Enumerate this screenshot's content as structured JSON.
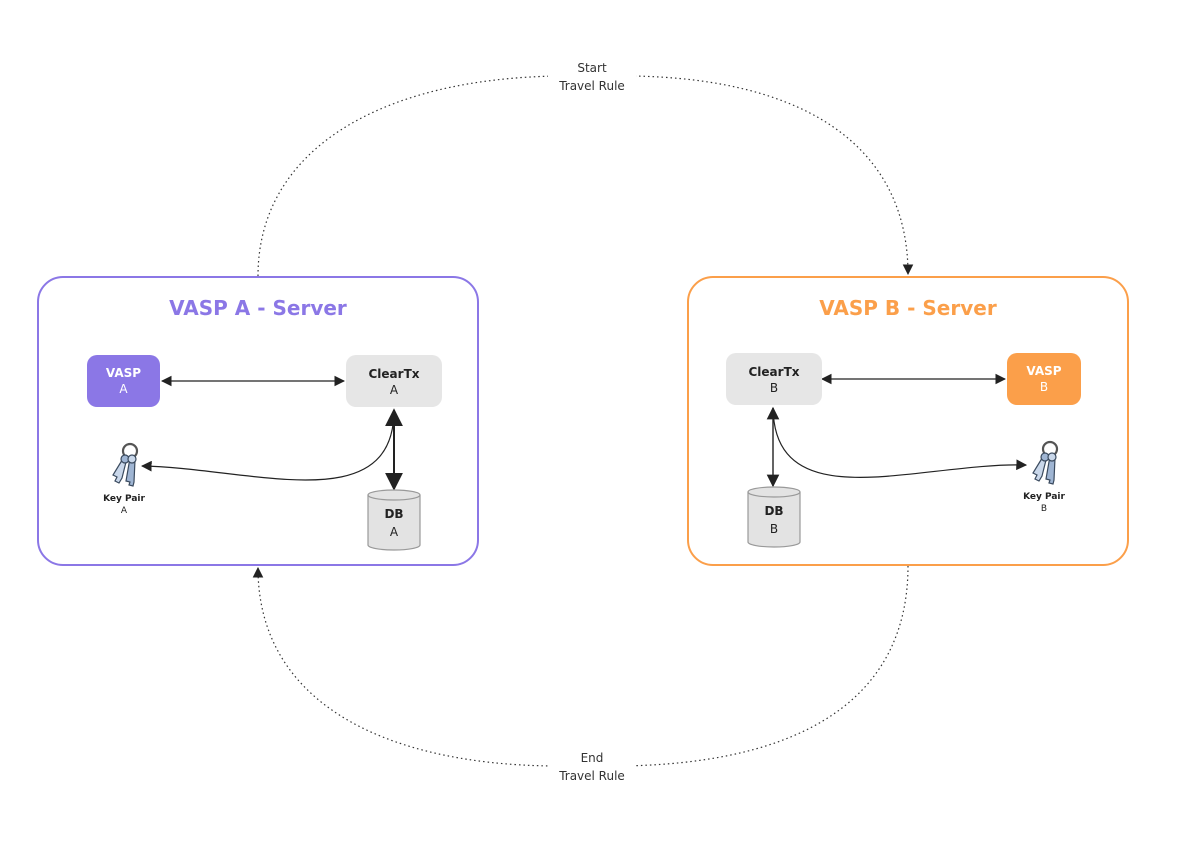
{
  "colors": {
    "vasp_a": "#8b77e6",
    "vasp_b": "#fb9f4a",
    "cleartx_bg": "#e6e6e6",
    "db_bg": "#e3e3e3"
  },
  "flow": {
    "start": {
      "line1": "Start",
      "line2": "Travel Rule"
    },
    "end": {
      "line1": "End",
      "line2": "Travel Rule"
    }
  },
  "server_a": {
    "title": "VASP A - Server",
    "vasp": {
      "title": "VASP",
      "sub": "A"
    },
    "cleartx": {
      "title": "ClearTx",
      "sub": "A"
    },
    "db": {
      "title": "DB",
      "sub": "A"
    },
    "keypair": {
      "title": "Key Pair",
      "sub": "A",
      "icon": "key-icon"
    }
  },
  "server_b": {
    "title": "VASP B - Server",
    "vasp": {
      "title": "VASP",
      "sub": "B"
    },
    "cleartx": {
      "title": "ClearTx",
      "sub": "B"
    },
    "db": {
      "title": "DB",
      "sub": "B"
    },
    "keypair": {
      "title": "Key Pair",
      "sub": "B",
      "icon": "key-icon"
    }
  }
}
